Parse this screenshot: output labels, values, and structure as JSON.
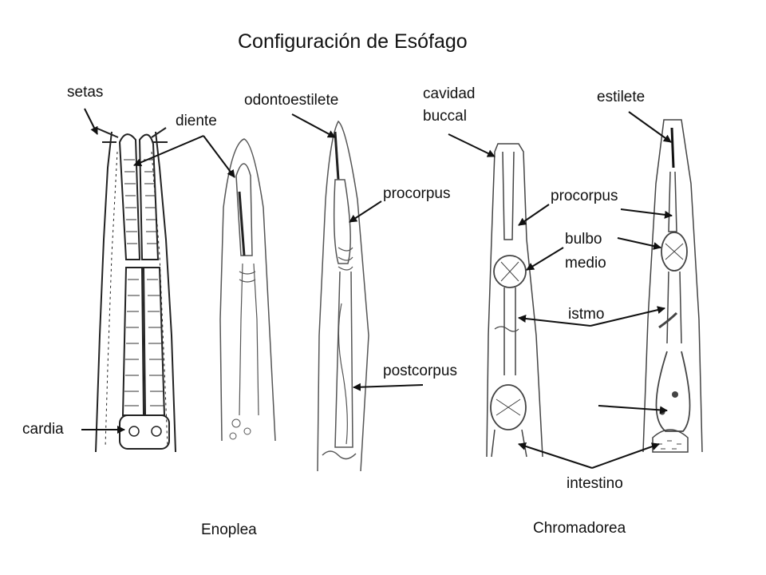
{
  "title": "Configuración de Esófago",
  "labels": {
    "setas": "setas",
    "diente": "diente",
    "odontoestilete": "odontoestilete",
    "procorpus_left": "procorpus",
    "postcorpus": "postcorpus",
    "cardia": "cardia",
    "cavidad": "cavidad",
    "buccal": "buccal",
    "estilete": "estilete",
    "procorpus_right": "procorpus",
    "bulbo": "bulbo",
    "medio": "medio",
    "istmo": "istmo",
    "intestino": "intestino"
  },
  "groups": {
    "left": "Enoplea",
    "right": "Chromadorea"
  }
}
